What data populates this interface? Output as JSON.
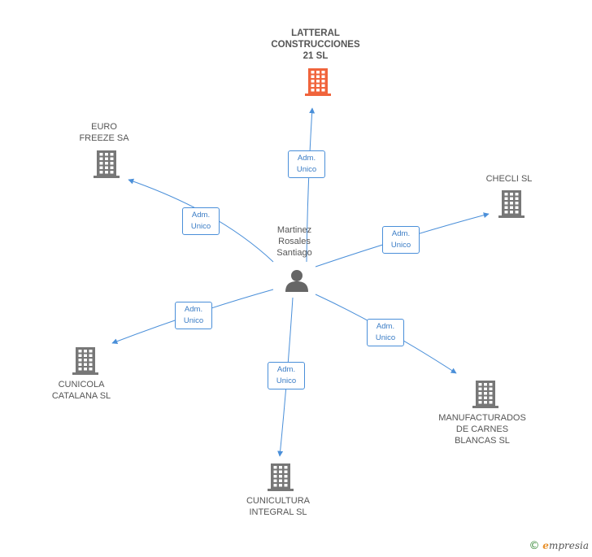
{
  "center": {
    "label": "Martinez\nRosales\nSantiago",
    "icon": "person-icon"
  },
  "nodes": [
    {
      "id": "latteral",
      "label": "LATTERAL\nCONSTRUCCIONES\n21 SL",
      "focus": true,
      "color": "#f0643c",
      "icon": "building-icon"
    },
    {
      "id": "euro",
      "label": "EURO\nFREEZE SA",
      "focus": false,
      "color": "#777777",
      "icon": "building-icon"
    },
    {
      "id": "checli",
      "label": "CHECLI SL",
      "focus": false,
      "color": "#777777",
      "icon": "building-icon"
    },
    {
      "id": "cunicola",
      "label": "CUNICOLA\nCATALANA SL",
      "focus": false,
      "color": "#777777",
      "icon": "building-icon"
    },
    {
      "id": "cunicultura",
      "label": "CUNICULTURA\nINTEGRAL SL",
      "focus": false,
      "color": "#777777",
      "icon": "building-icon"
    },
    {
      "id": "manufacturados",
      "label": "MANUFACTURADOS\nDE CARNES\nBLANCAS SL",
      "focus": false,
      "color": "#777777",
      "icon": "building-icon"
    }
  ],
  "edges": [
    {
      "to": "latteral",
      "label": "Adm.\nUnico"
    },
    {
      "to": "euro",
      "label": "Adm.\nUnico"
    },
    {
      "to": "checli",
      "label": "Adm.\nUnico"
    },
    {
      "to": "cunicola",
      "label": "Adm.\nUnico"
    },
    {
      "to": "cunicultura",
      "label": "Adm.\nUnico"
    },
    {
      "to": "manufacturados",
      "label": "Adm.\nUnico"
    }
  ],
  "colors": {
    "edge": "#4a8fd9",
    "person": "#666666"
  },
  "footer": {
    "copyright": "©",
    "brand_e": "e",
    "brand_rest": "mpresia"
  }
}
